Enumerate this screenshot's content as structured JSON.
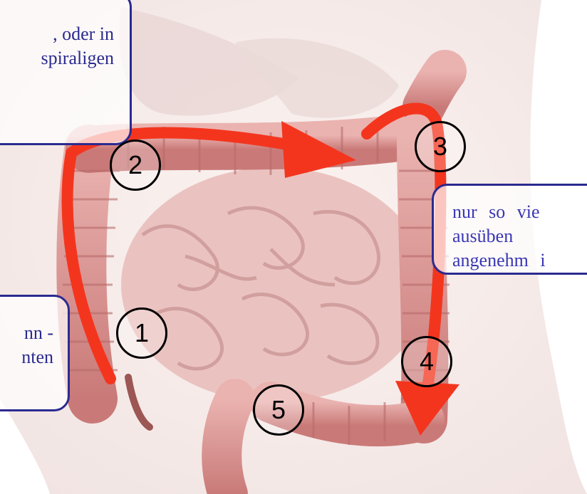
{
  "callouts": {
    "top_line_1": ", oder in",
    "top_line_2": "spiraligen",
    "left_line_1": "nn -",
    "left_line_2": "nten",
    "right_line_1": "nur so vie",
    "right_line_2": "ausüben",
    "right_line_3": "angenehm i"
  },
  "markers": [
    "1",
    "2",
    "3",
    "4",
    "5"
  ],
  "colors": {
    "arrow": "#f4351e",
    "callout_border": "#2b2a8f",
    "callout_text": "#2b2a8f",
    "marker_border": "#000000",
    "intestine": "#e4a3a0"
  }
}
